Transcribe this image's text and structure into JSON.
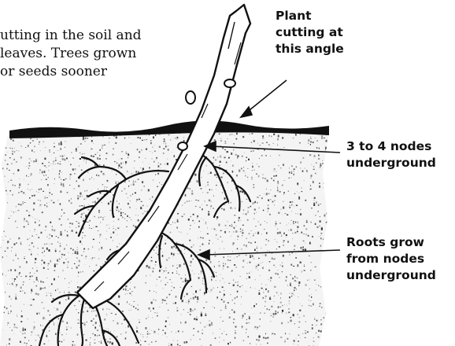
{
  "intro_text": {
    "line1": "utting in the soil and",
    "line2": "leaves. Trees grown",
    "line3": "or seeds sooner"
  },
  "labels": {
    "plant_cutting": [
      "Plant",
      "cutting at",
      "this angle"
    ],
    "nodes_underground": [
      "3 to 4 nodes",
      "underground"
    ],
    "roots_grow": [
      "Roots grow",
      "from nodes",
      "underground"
    ]
  },
  "colors": {
    "ink": "#111111",
    "soil_speckle": "#222222",
    "background": "#ffffff"
  }
}
